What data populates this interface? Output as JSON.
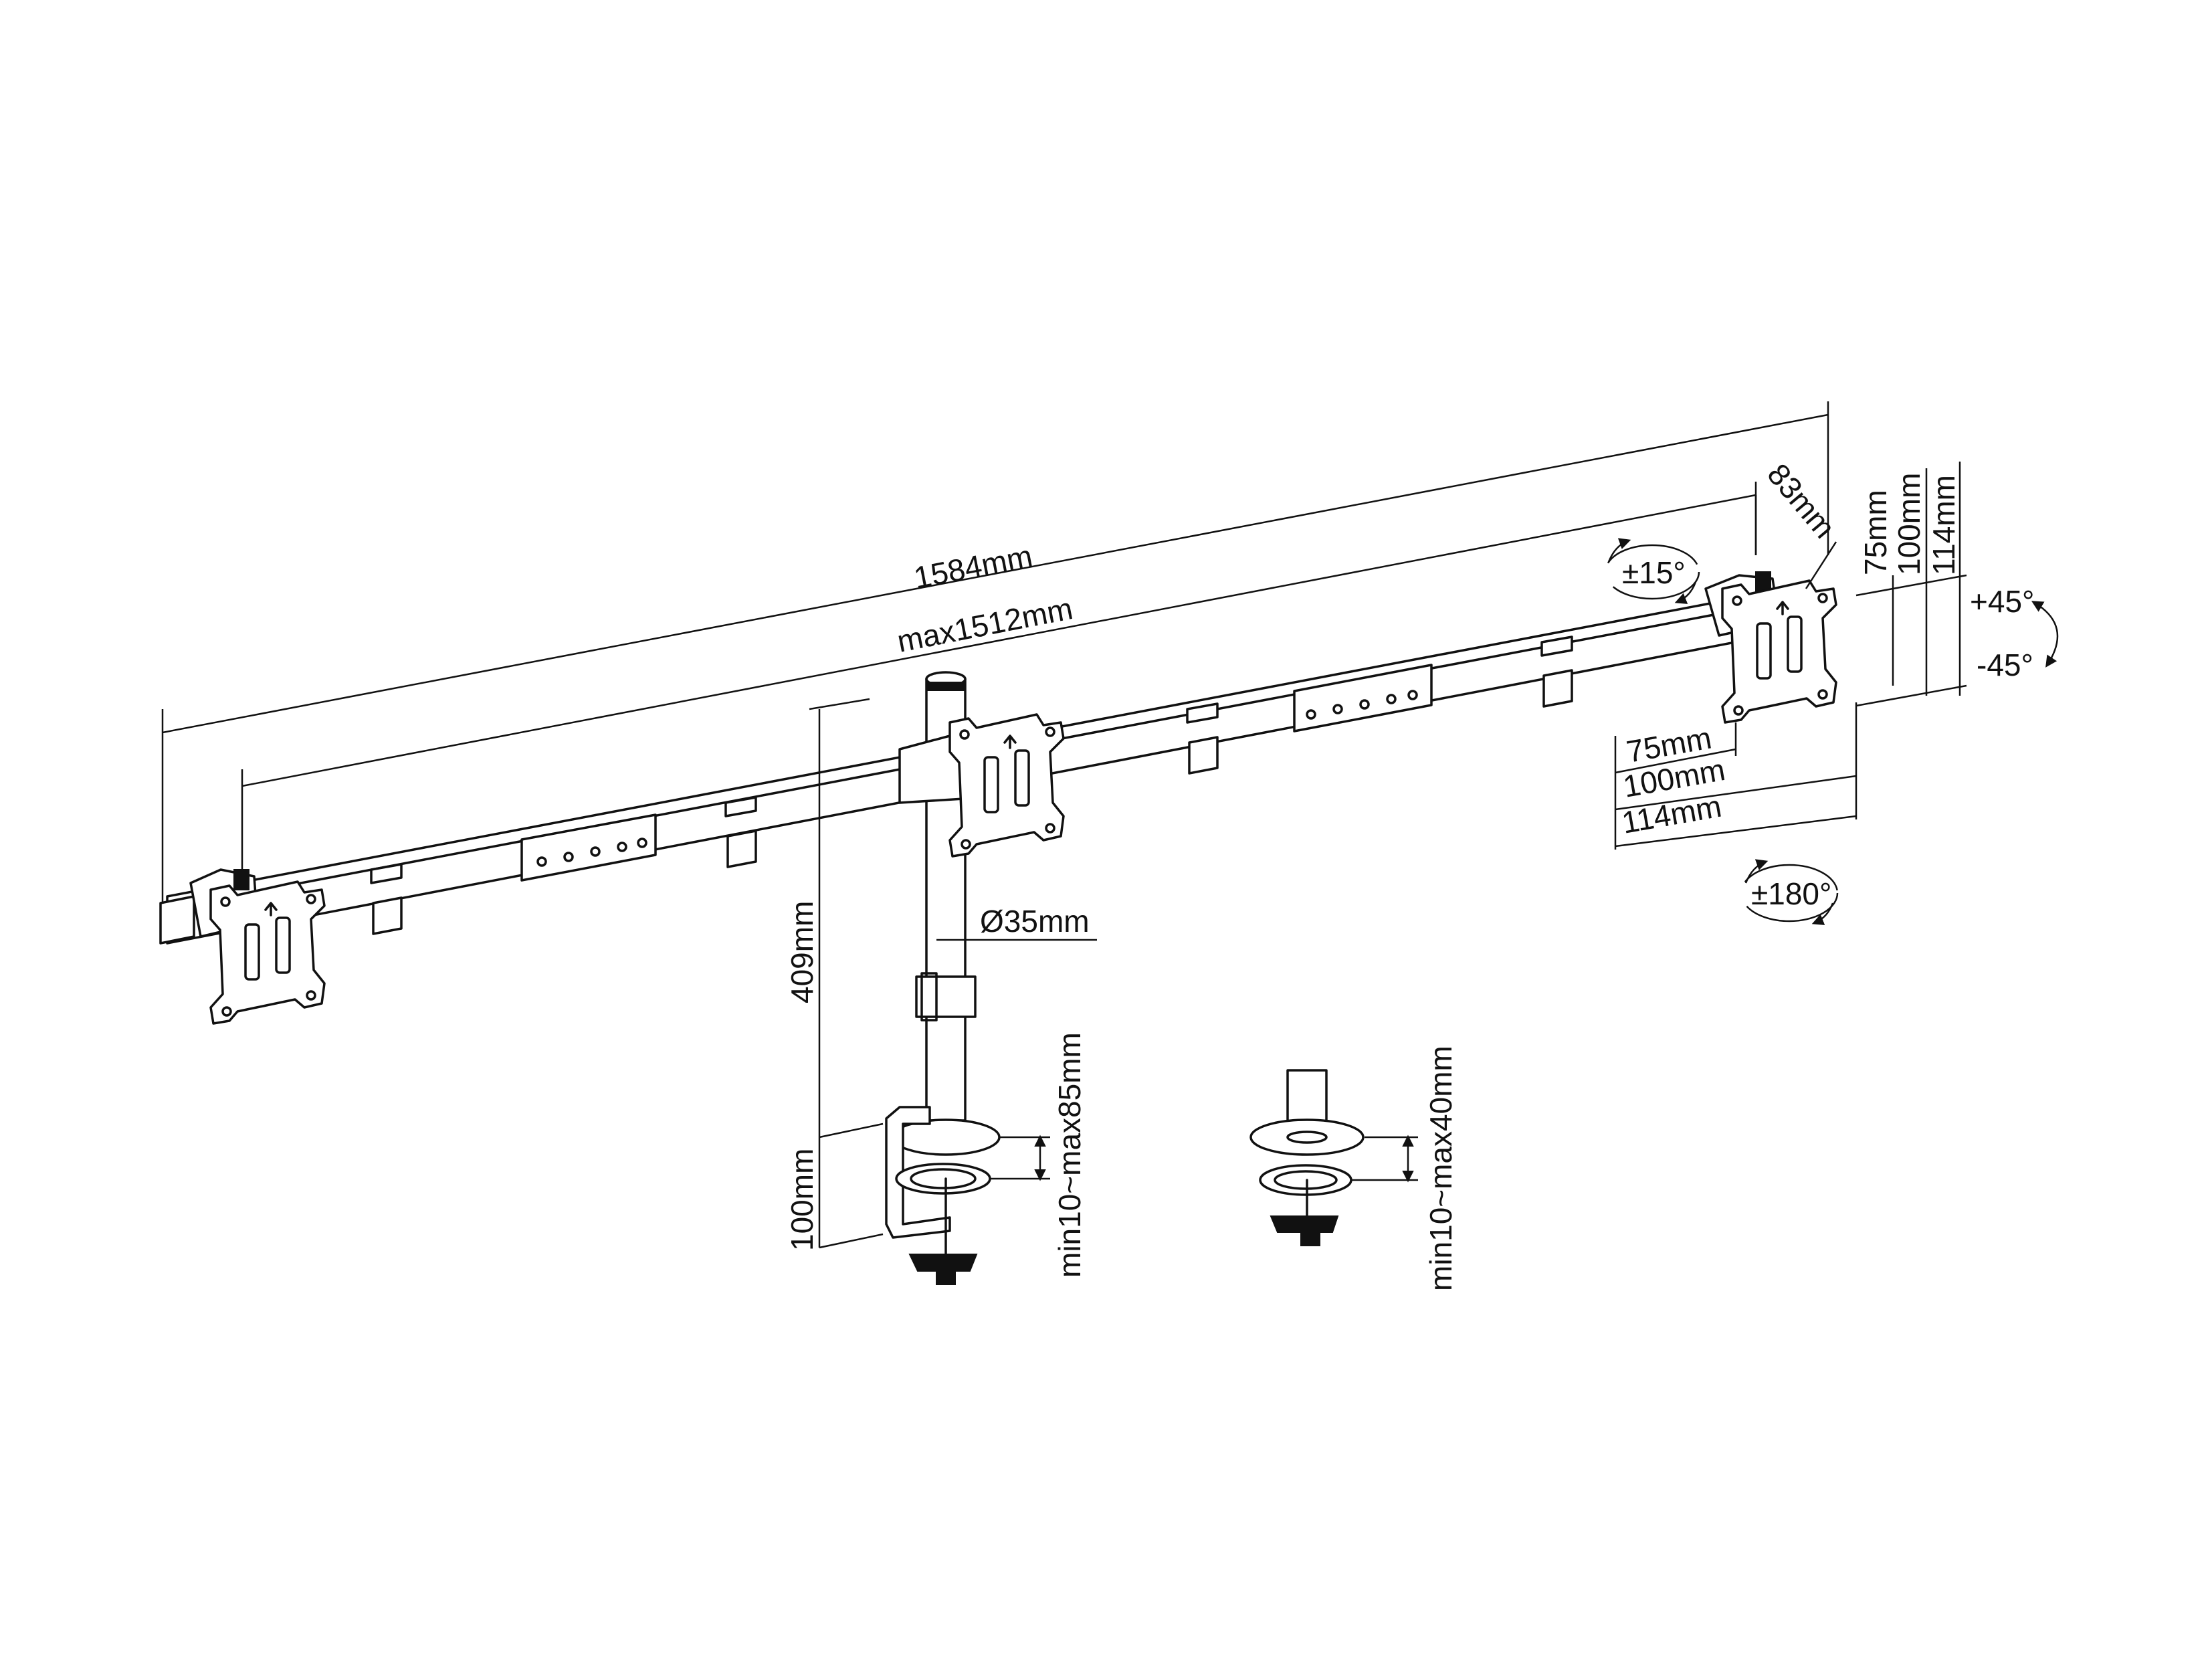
{
  "dimensions": {
    "overall_width": "1584mm",
    "max_width": "max1512mm",
    "pole_height": "409mm",
    "pole_diameter": "Ø35mm",
    "clamp_height": "100mm",
    "clamp_range": "min10~max85mm",
    "grommet_range": "min10~max40mm",
    "plate_offset": "83mm"
  },
  "vesa": {
    "horizontal": [
      "75mm",
      "100mm",
      "114mm"
    ],
    "vertical": [
      "75mm",
      "100mm",
      "114mm"
    ]
  },
  "rotation": {
    "swivel": "±15°",
    "rotate": "±180°",
    "tilt_up": "+45°",
    "tilt_down": "-45°"
  },
  "icons": {
    "vesa_plate": "vesa-plate-icon",
    "desk_clamp": "desk-clamp-icon",
    "grommet_base": "grommet-base-icon",
    "rotation_arrows": "rotation-arrows-icon"
  }
}
